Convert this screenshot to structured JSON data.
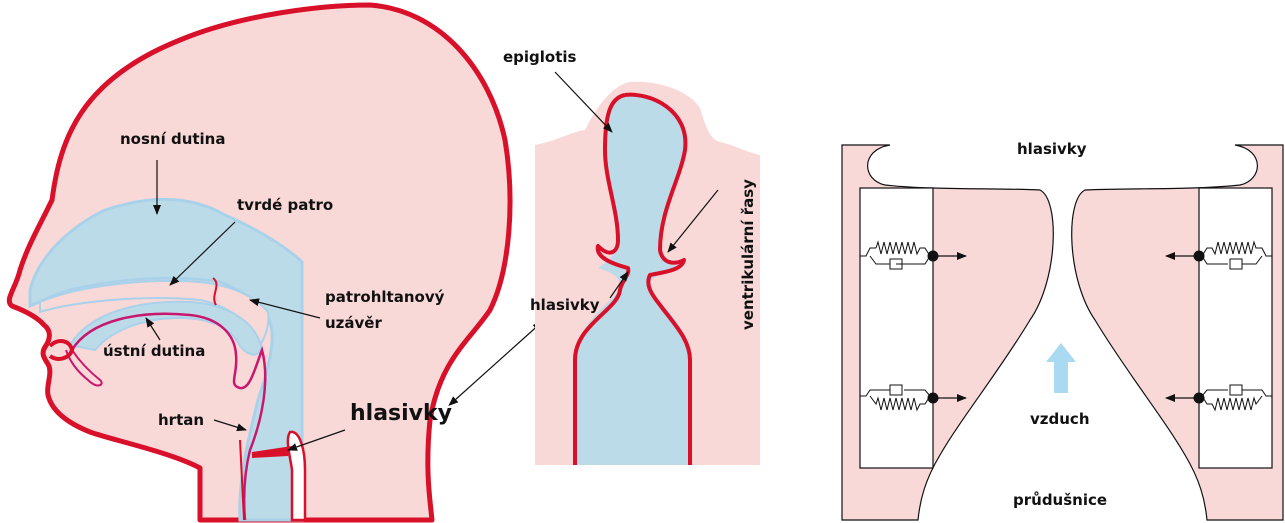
{
  "colors": {
    "skin_fill": "#f9d8d8",
    "outline_red": "#d8102a",
    "airway_blue": "#bcdbe8",
    "airway_edge": "#a9d2ea",
    "arrow_blue": "#a9daf2",
    "label": "#111111"
  },
  "head": {
    "labels": {
      "nasal_cavity": "nosní dutina",
      "hard_palate": "tvrdé patro",
      "velopharyngeal_1": "patrohltanový",
      "velopharyngeal_2": "uzávěr",
      "oral_cavity": "ústní dutina",
      "larynx": "hrtan",
      "vocal_folds": "hlasivky"
    }
  },
  "larynx_section": {
    "labels": {
      "epiglottis": "epiglotis",
      "vocal_folds": "hlasivky",
      "ventricular_folds": "ventrikulární řasy"
    }
  },
  "model": {
    "labels": {
      "vocal_folds": "hlasivky",
      "air": "vzduch",
      "trachea": "průdušnice"
    }
  }
}
